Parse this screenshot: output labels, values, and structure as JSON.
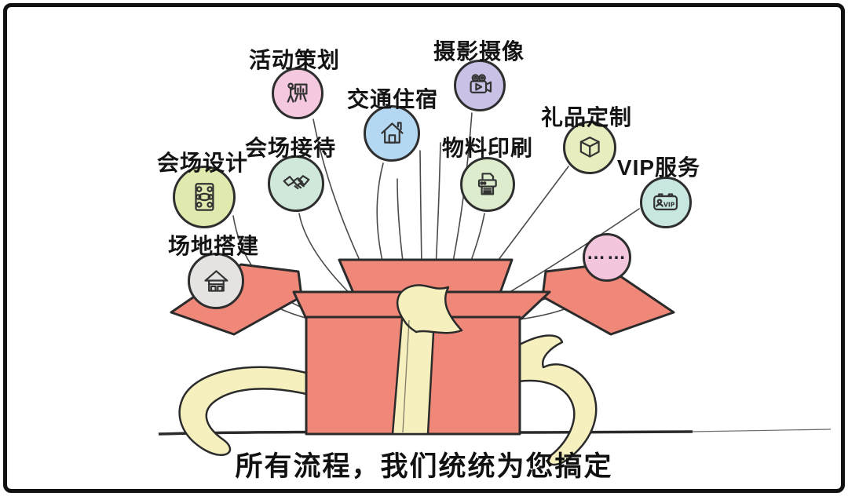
{
  "scene": {
    "tagline": "所有流程，我们统统为您搞定",
    "box_color": "#f0887a",
    "ribbon_color": "#f6f0bf",
    "outline_color": "#2b2b2b",
    "ray_color": "#4a4a4a"
  },
  "services": [
    {
      "label": "会场设计",
      "icon": "seating-plan-icon",
      "color": "#e0e9ae"
    },
    {
      "label": "场地搭建",
      "icon": "stage-construction-icon",
      "color": "#e4e3e1"
    },
    {
      "label": "会场接待",
      "icon": "handshake-icon",
      "color": "#cfe8da"
    },
    {
      "label": "活动策划",
      "icon": "presentation-icon",
      "color": "#f4c8de"
    },
    {
      "label": "交通住宿",
      "icon": "house-icon",
      "color": "#b5d8f2"
    },
    {
      "label": "摄影摄像",
      "icon": "video-camera-icon",
      "color": "#c9c1e6"
    },
    {
      "label": "物料印刷",
      "icon": "printer-icon",
      "color": "#ddeccc"
    },
    {
      "label": "礼品定制",
      "icon": "gift-box-icon",
      "color": "#e7edbe"
    },
    {
      "label": "VIP服务",
      "icon": "vip-card-icon",
      "color": "#c8e7e0",
      "icon_text": "VIP"
    },
    {
      "label": "……",
      "icon": "ellipsis-icon",
      "color": "#f3c6dd"
    }
  ]
}
